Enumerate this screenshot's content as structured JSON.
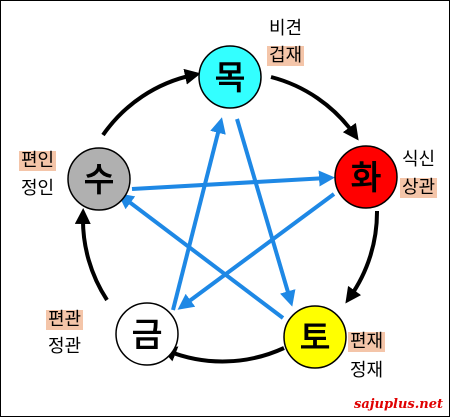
{
  "nodes": {
    "wood": {
      "label": "목",
      "color": "#33ffff",
      "god_plain": "비견",
      "god_highlight": "겁재"
    },
    "fire": {
      "label": "화",
      "color": "#ff0000",
      "god_plain": "식신",
      "god_highlight": "상관"
    },
    "earth": {
      "label": "토",
      "color": "#ffff00",
      "god_highlight": "편재",
      "god_plain": "정재"
    },
    "metal": {
      "label": "금",
      "color": "#ffffff",
      "god_highlight": "편관",
      "god_plain": "정관"
    },
    "water": {
      "label": "수",
      "color": "#b0b0b0",
      "god_highlight": "편인",
      "god_plain": "정인"
    }
  },
  "colors": {
    "generating_arrow": "#000000",
    "controlling_arrow": "#1e88e5",
    "label_highlight": "#f4c5a9"
  },
  "footer": {
    "site": "sajuplus.net"
  }
}
